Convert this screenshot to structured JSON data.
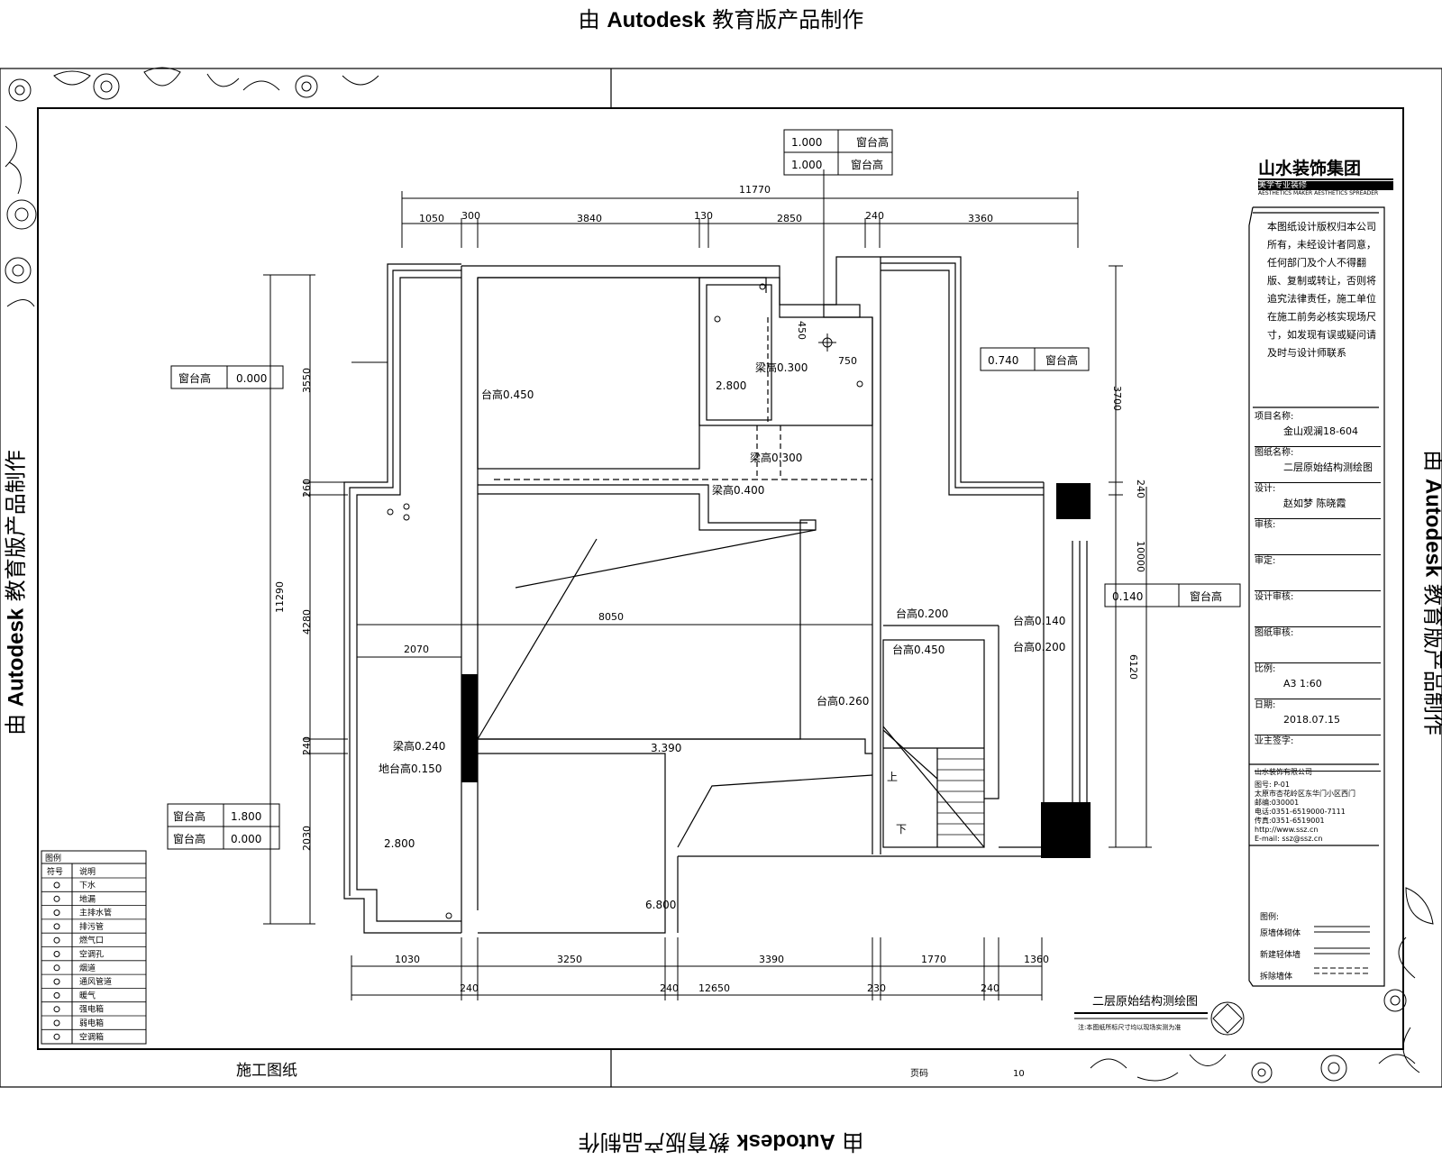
{
  "watermark": {
    "prefix": "由 ",
    "brand": "Autodesk",
    "suffix": " 教育版产品制作"
  },
  "logo": {
    "text": "山水装饰集团",
    "slogan": "美学专业装修",
    "sub": "AESTHETICS MAKER AESTHETICS SPREADER"
  },
  "notice": "本图纸设计版权归本公司所有，未经设计者同意，任何部门及个人不得翻版、复制或转让，否则将追究法律责任，施工单位在施工前务必核实现场尺寸，如发现有误或疑问请及时与设计师联系",
  "titleblock": [
    {
      "label": "项目名称:",
      "value": "金山观澜18-604"
    },
    {
      "label": "图纸名称:",
      "value": "二层原始结构测绘图"
    },
    {
      "label": "设计:",
      "value": "赵如梦 陈晓霞"
    },
    {
      "label": "审核:",
      "value": ""
    },
    {
      "label": "审定:",
      "value": ""
    },
    {
      "label": "设计审核:",
      "value": ""
    },
    {
      "label": "图纸审核:",
      "value": ""
    },
    {
      "label": "比例:",
      "value": "A3 1:60"
    },
    {
      "label": "日期:",
      "value": "2018.07.15"
    },
    {
      "label": "业主签字:",
      "value": ""
    }
  ],
  "company": {
    "name": "山水装饰有限公司",
    "drawing_no_label": "图号:",
    "drawing_no": "P-01",
    "address": "太原市杏花岭区东华门小区西门",
    "postcode": "邮编:030001",
    "tel": "电话:0351-6519000-7111",
    "fax": "传真:0351-6519001",
    "web": "http://www.ssz.cn",
    "email": "E-mail: ssz@ssz.cn"
  },
  "line_legend": {
    "title": "图例:",
    "items": [
      "原墙体砌体",
      "新建轻体墙",
      "拆除墙体"
    ]
  },
  "symbol_legend": {
    "title": "图例",
    "header": [
      "符号",
      "说明"
    ],
    "rows": [
      "下水",
      "地漏",
      "主排水管",
      "排污管",
      "燃气口",
      "空调孔",
      "烟道",
      "通风管道",
      "暖气",
      "强电箱",
      "弱电箱",
      "空调箱"
    ]
  },
  "plan_title": {
    "title": "二层原始结构测绘图",
    "subtitle": "注:本图纸所标尺寸均以现场实测为准"
  },
  "footer": {
    "tagline": "施工图纸",
    "page_label": "页码",
    "page_value": "10"
  },
  "dims": {
    "total_top": "11770",
    "top": [
      "1050",
      "300",
      "3840",
      "130",
      "2850",
      "240",
      "3360"
    ],
    "bottom_a": [
      "1030",
      "3250",
      "3390",
      "1770",
      "1360"
    ],
    "bottom_b": [
      "240",
      "240",
      "12650",
      "230",
      "240"
    ],
    "left": [
      "11290",
      "3550",
      "260",
      "4280",
      "240",
      "2030"
    ],
    "right": [
      "3700",
      "240",
      "10000",
      "6120"
    ],
    "internal": [
      "8050",
      "2070",
      "450",
      "750"
    ]
  },
  "heights": {
    "tag_top": [
      [
        "1.000",
        "窗台高"
      ],
      [
        "1.000",
        "窗台高"
      ]
    ],
    "tag_left": [
      [
        "窗台高",
        "0.000"
      ]
    ],
    "tag_right": [
      [
        "0.740",
        "窗台高"
      ]
    ],
    "tag_mid_right": [
      [
        "0.140",
        "窗台高"
      ]
    ],
    "tag_left_lower": [
      [
        "窗台高",
        "1.800"
      ],
      [
        "窗台高",
        "0.000"
      ]
    ]
  },
  "annotations": {
    "beam1": "梁高0.300",
    "beam2": "梁高0.300",
    "beam3": "梁高0.400",
    "floor1": "2.800",
    "floor2": "2.800",
    "floor3": "3.390",
    "floor4": "6.800",
    "wall1": "台高0.450",
    "wall2": "台高0.200",
    "wall3": "台高0.140",
    "wall4": "台高0.450",
    "wall5": "台高0.200",
    "wall6": "台高0.260",
    "wall7": "梁高0.240",
    "wall8": "地台高0.150",
    "stair_up": "上",
    "stair_down": "下"
  },
  "colors": {
    "ink": "#000000",
    "paper": "#ffffff"
  }
}
